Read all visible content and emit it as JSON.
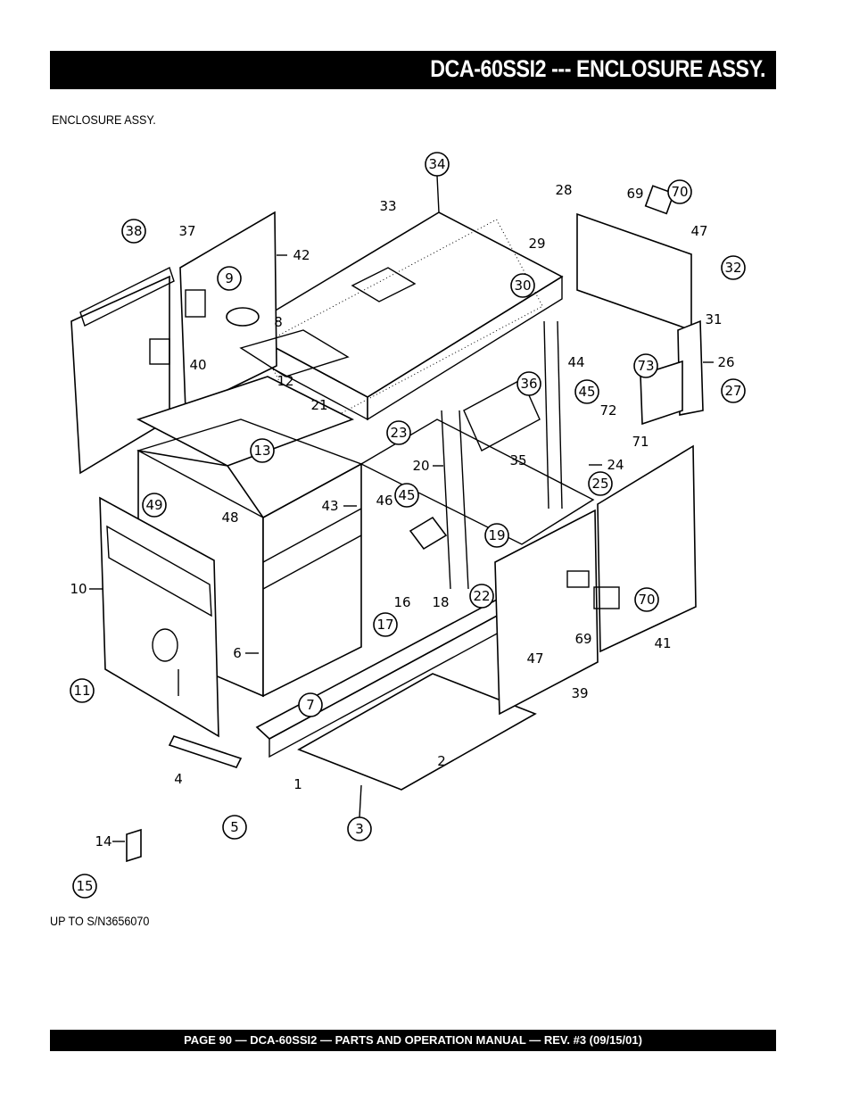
{
  "header": {
    "title": "DCA-60SSI2 --- ENCLOSURE ASSY."
  },
  "section_label": "ENCLOSURE ASSY.",
  "serial_note": "UP TO S/N3656070",
  "footer": {
    "text": "PAGE 90 — DCA-60SSI2 — PARTS AND OPERATION  MANUAL — REV. #3  (09/15/01)"
  },
  "diagram": {
    "callouts": [
      {
        "num": "34",
        "circled": true
      },
      {
        "num": "33",
        "circled": false
      },
      {
        "num": "28",
        "circled": false
      },
      {
        "num": "69",
        "circled": false
      },
      {
        "num": "70",
        "circled": true
      },
      {
        "num": "47",
        "circled": false
      },
      {
        "num": "38",
        "circled": true
      },
      {
        "num": "37",
        "circled": false
      },
      {
        "num": "42",
        "circled": false
      },
      {
        "num": "29",
        "circled": false
      },
      {
        "num": "32",
        "circled": true
      },
      {
        "num": "9",
        "circled": true
      },
      {
        "num": "8",
        "circled": false
      },
      {
        "num": "30",
        "circled": true
      },
      {
        "num": "31",
        "circled": false
      },
      {
        "num": "40",
        "circled": false
      },
      {
        "num": "44",
        "circled": false
      },
      {
        "num": "26",
        "circled": false
      },
      {
        "num": "73",
        "circled": true
      },
      {
        "num": "12",
        "circled": false
      },
      {
        "num": "36",
        "circled": true
      },
      {
        "num": "45",
        "circled": true
      },
      {
        "num": "27",
        "circled": true
      },
      {
        "num": "72",
        "circled": false
      },
      {
        "num": "21",
        "circled": false
      },
      {
        "num": "23",
        "circled": true
      },
      {
        "num": "71",
        "circled": false
      },
      {
        "num": "13",
        "circled": true
      },
      {
        "num": "35",
        "circled": false
      },
      {
        "num": "20",
        "circled": false
      },
      {
        "num": "24",
        "circled": false
      },
      {
        "num": "25",
        "circled": true
      },
      {
        "num": "46",
        "circled": false
      },
      {
        "num": "45",
        "circled": true
      },
      {
        "num": "49",
        "circled": true
      },
      {
        "num": "43",
        "circled": false
      },
      {
        "num": "48",
        "circled": false
      },
      {
        "num": "19",
        "circled": true
      },
      {
        "num": "10",
        "circled": false
      },
      {
        "num": "16",
        "circled": false
      },
      {
        "num": "22",
        "circled": true
      },
      {
        "num": "18",
        "circled": false
      },
      {
        "num": "70",
        "circled": true
      },
      {
        "num": "17",
        "circled": true
      },
      {
        "num": "69",
        "circled": false
      },
      {
        "num": "41",
        "circled": false
      },
      {
        "num": "6",
        "circled": false
      },
      {
        "num": "47",
        "circled": false
      },
      {
        "num": "11",
        "circled": true
      },
      {
        "num": "7",
        "circled": true
      },
      {
        "num": "39",
        "circled": false
      },
      {
        "num": "2",
        "circled": false
      },
      {
        "num": "4",
        "circled": false
      },
      {
        "num": "1",
        "circled": false
      },
      {
        "num": "5",
        "circled": true
      },
      {
        "num": "3",
        "circled": true
      },
      {
        "num": "14",
        "circled": false
      },
      {
        "num": "15",
        "circled": true
      }
    ]
  }
}
